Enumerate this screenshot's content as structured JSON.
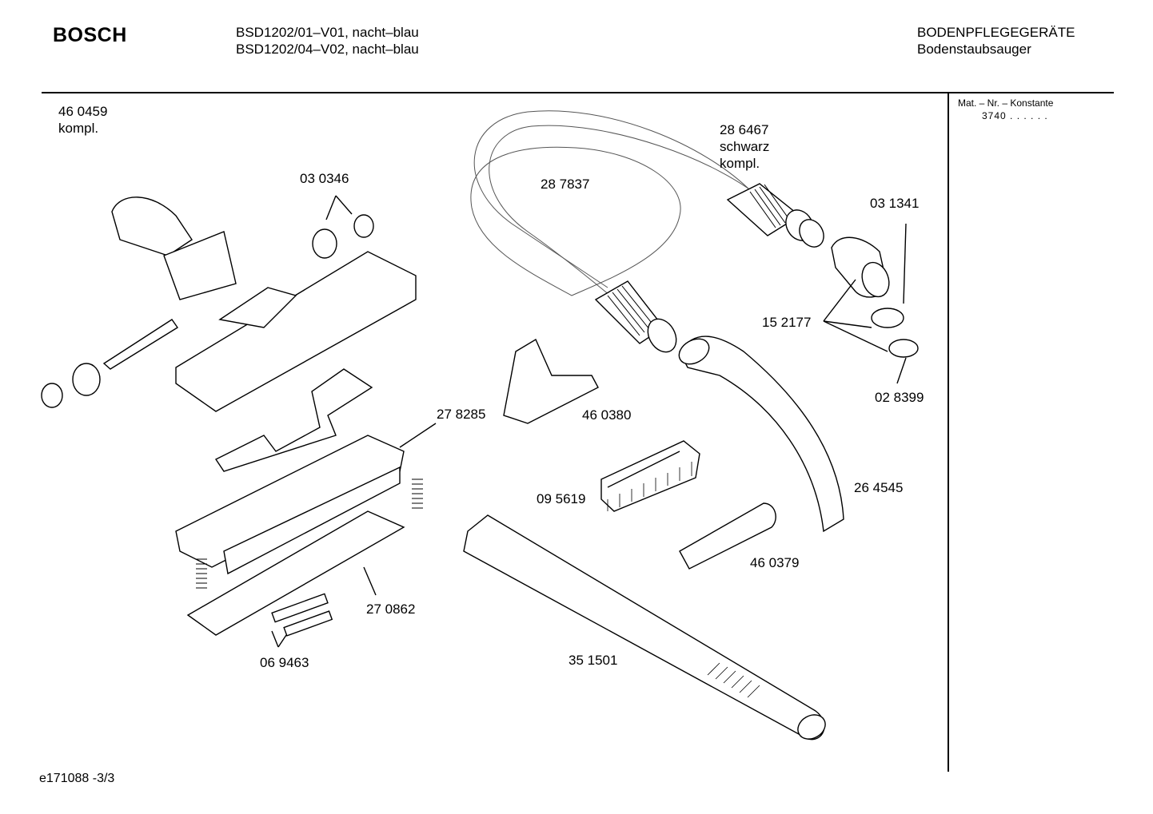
{
  "header": {
    "brand": "BOSCH",
    "models": [
      "BSD1202/01–V01, nacht–blau",
      "BSD1202/04–V02, nacht–blau"
    ],
    "category": "BODENPFLEGEGERÄTE",
    "subcategory": "Bodenstaubsauger"
  },
  "sidebar": {
    "title": "Mat. – Nr. – Konstante",
    "value": "3740  .  .  .  .  .  ."
  },
  "parts": {
    "p460459": "46 0459",
    "p460459_note": "kompl.",
    "p030346": "03 0346",
    "p287837": "28 7837",
    "p286467": "28 6467",
    "p286467_note1": "schwarz",
    "p286467_note2": "kompl.",
    "p031341": "03 1341",
    "p152177": "15 2177",
    "p028399": "02 8399",
    "p278285": "27 8285",
    "p460380": "46 0380",
    "p264545": "26 4545",
    "p095619": "09 5619",
    "p460379": "46 0379",
    "p270862": "27 0862",
    "p069463": "06 9463",
    "p351501": "35 1501"
  },
  "footer": {
    "code": "e171088 -3/3"
  }
}
